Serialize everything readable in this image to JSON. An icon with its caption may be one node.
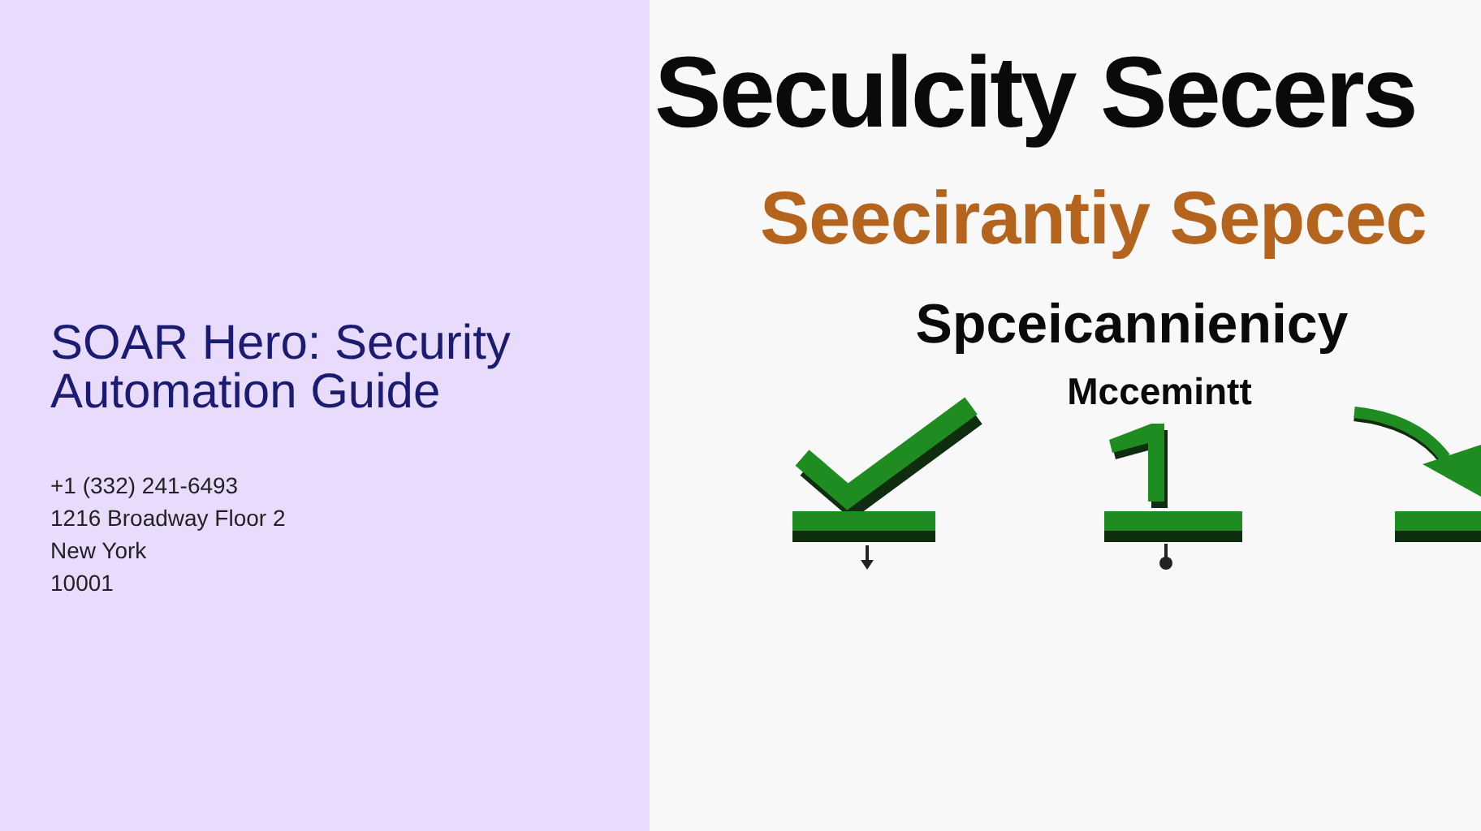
{
  "diagram": {
    "title": "SOAR Hero: Security Automation Guide",
    "labels": [
      "+1 (332) 241-6493",
      "1216 Broadway Floor 2",
      "New York",
      "10001",
      "Seculcity Secers",
      "Seecirantiy Sepcec",
      "Spceicannienicy",
      "Mccemintt"
    ]
  }
}
